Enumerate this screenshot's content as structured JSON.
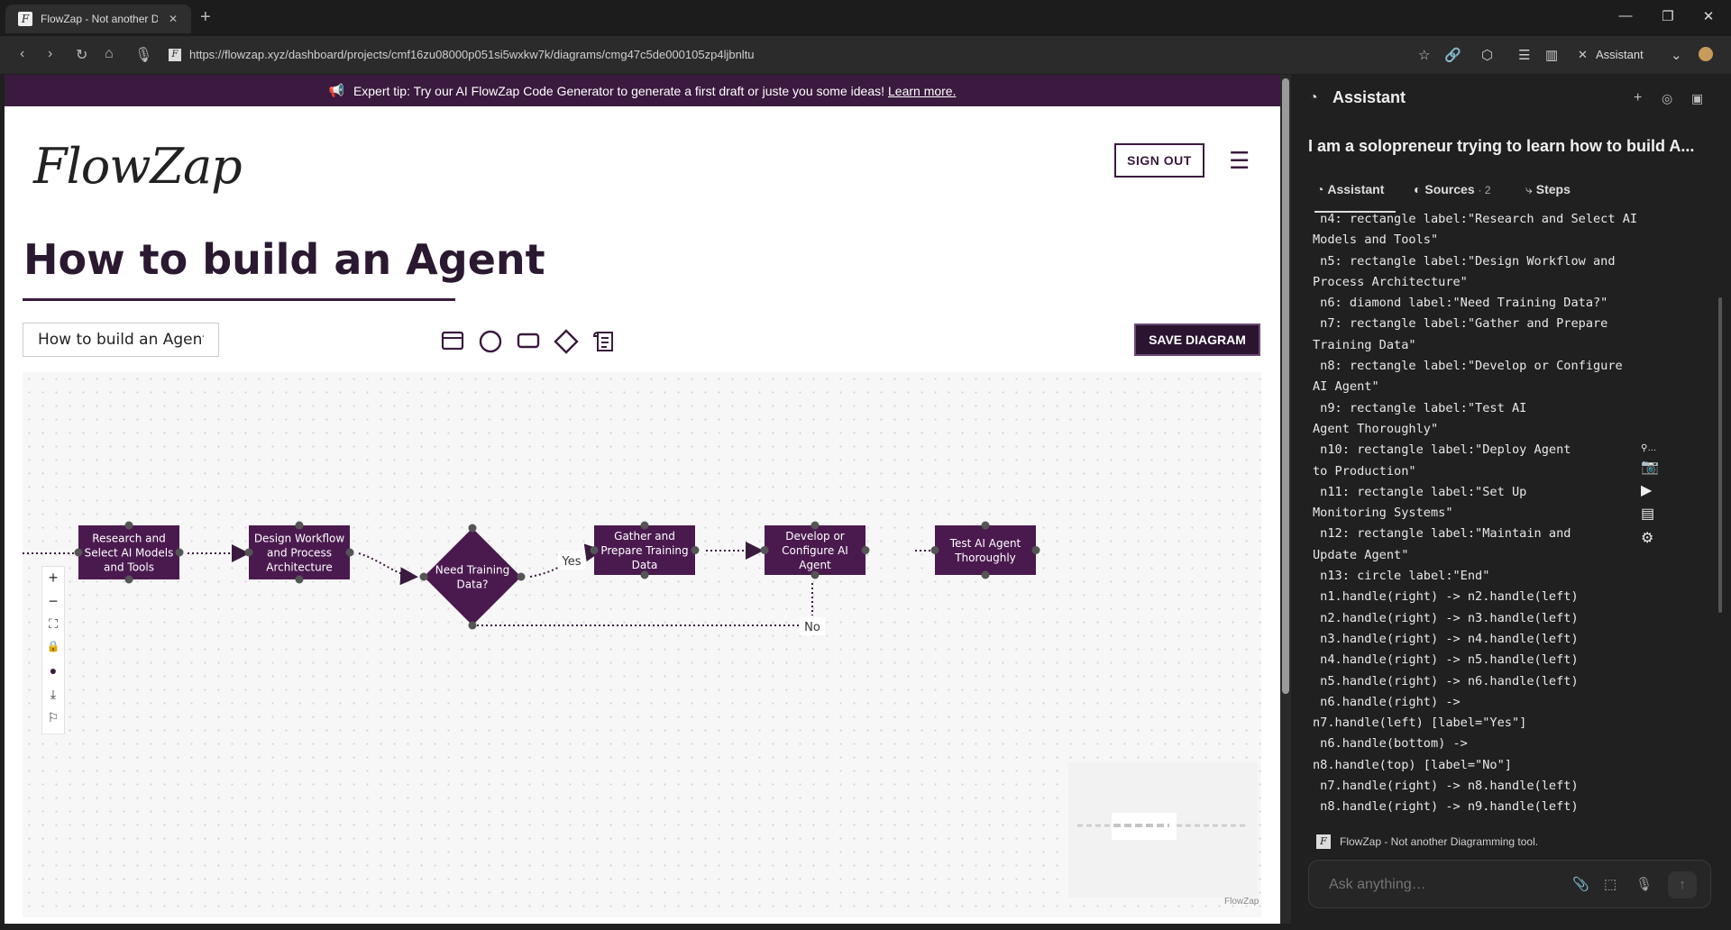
{
  "browser": {
    "tab_title": "FlowZap - Not another Diagra",
    "tab_close": "✕",
    "new_tab": "+",
    "url": "https://flowzap.xyz/dashboard/projects/cmf16zu08000p051si5wxkw7k/diagrams/cmg47c5de000105zp4ljbnltu",
    "assistant_button": "Assistant",
    "window": {
      "minimize": "—",
      "restore": "❐",
      "close": "✕"
    }
  },
  "banner": {
    "text": "Expert tip: Try our AI FlowZap Code Generator to generate a first draft or juste you some ideas!",
    "link": "Learn more."
  },
  "header": {
    "logo": "FlowZap",
    "sign_out": "SIGN OUT",
    "menu_icon": "☰"
  },
  "editor": {
    "page_title": "How to build an Agent",
    "diagram_name": "How to build an Agent",
    "save_button": "SAVE DIAGRAM",
    "watermark": "FlowZap",
    "zoom_controls": [
      "+",
      "−",
      "⛶",
      "🔒",
      "●",
      "⤓",
      "⚐"
    ]
  },
  "diagram": {
    "nodes": [
      {
        "id": "n4",
        "shape": "rectangle",
        "lines": [
          "Research and",
          "Select AI Models",
          "and Tools"
        ]
      },
      {
        "id": "n5",
        "shape": "rectangle",
        "lines": [
          "Design Workflow",
          "and Process",
          "Architecture"
        ]
      },
      {
        "id": "n6",
        "shape": "diamond",
        "lines": [
          "Need Training",
          "Data?"
        ]
      },
      {
        "id": "n7",
        "shape": "rectangle",
        "lines": [
          "Gather and",
          "Prepare Training",
          "Data"
        ]
      },
      {
        "id": "n8",
        "shape": "rectangle",
        "lines": [
          "Develop or",
          "Configure AI",
          "Agent"
        ]
      },
      {
        "id": "n9",
        "shape": "rectangle",
        "lines": [
          "Test AI Agent",
          "Thoroughly"
        ]
      }
    ],
    "edge_labels": {
      "yes": "Yes",
      "no": "No"
    },
    "colors": {
      "node": "#4a1a4f",
      "edge": "#3a1a3e",
      "handle": "#555555"
    }
  },
  "assistant": {
    "title": "Assistant",
    "question": "I am a solopreneur trying to learn how to build A...",
    "tabs": {
      "assistant": "Assistant",
      "sources": "Sources",
      "sources_count": "· 2",
      "steps": "Steps"
    },
    "code_lines": [
      " n4: rectangle label:\"Research and Select AI",
      "Models and Tools\"",
      " n5: rectangle label:\"Design Workflow and",
      "Process Architecture\"",
      " n6: diamond label:\"Need Training Data?\"",
      " n7: rectangle label:\"Gather and Prepare",
      "Training Data\"",
      " n8: rectangle label:\"Develop or Configure",
      "AI Agent\"",
      " n9: rectangle label:\"Test AI",
      "Agent Thoroughly\"",
      " n10: rectangle label:\"Deploy Agent",
      "to Production\"",
      " n11: rectangle label:\"Set Up",
      "Monitoring Systems\"",
      " n12: rectangle label:\"Maintain and",
      "Update Agent\"",
      " n13: circle label:\"End\"",
      " n1.handle(right) -> n2.handle(left)",
      " n2.handle(right) -> n3.handle(left)",
      " n3.handle(right) -> n4.handle(left)",
      " n4.handle(right) -> n5.handle(left)",
      " n5.handle(right) -> n6.handle(left)",
      " n6.handle(right) ->",
      "n7.handle(left) [label=\"Yes\"]",
      " n6.handle(bottom) ->",
      "n8.handle(top) [label=\"No\"]",
      " n7.handle(right) -> n8.handle(left)",
      " n8.handle(right) -> n9.handle(left)"
    ],
    "source_tab": "FlowZap - Not another Diagramming tool.",
    "ask_placeholder": "Ask anything…"
  }
}
